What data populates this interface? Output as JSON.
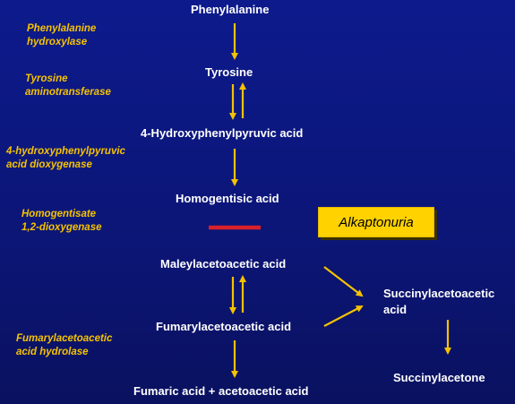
{
  "colors": {
    "background": "#0c1678",
    "metabolite_text": "#ffffff",
    "enzyme_text": "#f5c200",
    "arrow": "#f5c200",
    "block_bar": "#d9202a",
    "disease_box": "#ffd200"
  },
  "metabolites": {
    "phenylalanine": "Phenylalanine",
    "tyrosine": "Tyrosine",
    "hppa": "4-Hydroxyphenylpyruvic acid",
    "homogentisic": "Homogentisic acid",
    "maleylacetoacetic": "Maleylacetoacetic acid",
    "fumarylacetoacetic": "Fumarylacetoacetic acid",
    "final_products": "Fumaric acid + acetoacetic acid",
    "succinylacetoacetic_line1": "Succinylacetoacetic",
    "succinylacetoacetic_line2": "acid",
    "succinylacetone": "Succinylacetone"
  },
  "enzymes": {
    "phe_hydroxylase": [
      "Phenylalanine",
      "hydroxylase"
    ],
    "tyr_aminotransferase": [
      "Tyrosine",
      "aminotransferase"
    ],
    "hppd": [
      "4-hydroxyphenylpyruvic",
      "acid dioxygenase"
    ],
    "hgd": [
      "Homogentisate",
      "1,2-dioxygenase"
    ],
    "fah": [
      "Fumarylacetoacetic",
      "acid hydrolase"
    ]
  },
  "disease": "Alkaptonuria"
}
